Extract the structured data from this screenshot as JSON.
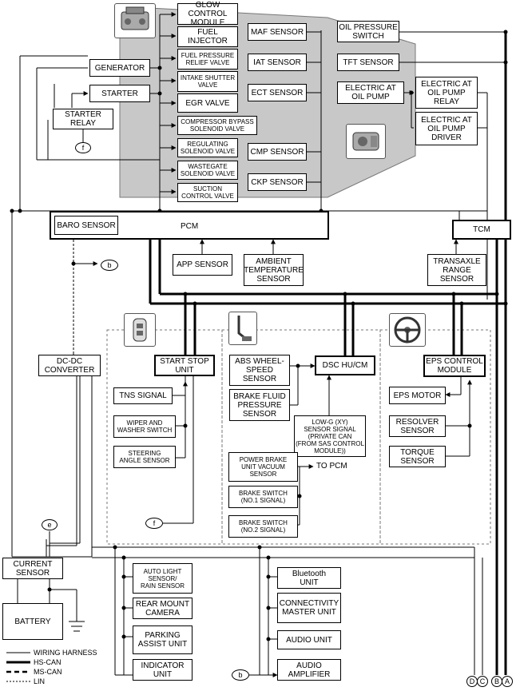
{
  "diagram": {
    "modules_top": {
      "glow_control_module": "GLOW CONTROL\nMODULE",
      "fuel_injector": "FUEL\nINJECTOR",
      "fuel_pressure_relief_valve": "FUEL PRESSURE\nRELIEF VALVE",
      "intake_shutter_valve": "INTAKE SHUTTER\nVALVE",
      "egr_valve": "EGR VALVE",
      "compressor_bypass": "COMPRESSOR BYPASS\nSOLENOID VALVE",
      "regulating_solenoid": "REGULATING\nSOLENOID VALVE",
      "wastegate_solenoid": "WASTEGATE\nSOLENOID VALVE",
      "suction_control_valve": "SUCTION\nCONTROL VALVE",
      "maf_sensor": "MAF SENSOR",
      "iat_sensor": "IAT SENSOR",
      "ect_sensor": "ECT SENSOR",
      "cmp_sensor": "CMP SENSOR",
      "ckp_sensor": "CKP SENSOR",
      "oil_pressure_switch": "OIL PRESSURE\nSWITCH",
      "tft_sensor": "TFT SENSOR",
      "electric_at_oil_pump": "ELECTRIC AT\nOIL PUMP",
      "electric_at_oil_pump_relay": "ELECTRIC AT\nOIL PUMP\nRELAY",
      "electric_at_oil_pump_driver": "ELECTRIC AT\nOIL PUMP\nDRIVER",
      "generator": "GENERATOR",
      "starter": "STARTER",
      "starter_relay": "STARTER\nRELAY"
    },
    "control": {
      "baro_sensor": "BARO SENSOR",
      "pcm": "PCM",
      "tcm": "TCM",
      "app_sensor": "APP SENSOR",
      "ambient_temperature_sensor": "AMBIENT\nTEMPERATURE\nSENSOR",
      "transaxle_range_sensor": "TRANSAXLE\nRANGE\nSENSOR"
    },
    "middle": {
      "dc_dc_converter": "DC-DC\nCONVERTER",
      "start_stop_unit": "START STOP\nUNIT",
      "tns_signal": "TNS SIGNAL",
      "wiper_washer_switch": "WIPER AND\nWASHER SWITCH",
      "steering_angle_sensor": "STEERING\nANGLE SENSOR",
      "abs_wheel_speed_sensor": "ABS WHEEL-\nSPEED\nSENSOR",
      "brake_fluid_pressure_sensor": "BRAKE FLUID\nPRESSURE\nSENSOR",
      "dsc_hu_cm": "DSC HU/CM",
      "low_g_sensor_signal": "LOW-G (XY)\nSENSOR SIGNAL\n(PRIVATE CAN\n(FROM SAS CONTROL\nMODULE))",
      "power_brake_unit_vacuum_sensor": "POWER BRAKE\nUNIT VACUUM\nSENSOR",
      "to_pcm": "TO PCM",
      "brake_switch_1": "BRAKE SWITCH\n(NO.1 SIGNAL)",
      "brake_switch_2": "BRAKE SWITCH\n(NO.2 SIGNAL)",
      "eps_control_module": "EPS CONTROL\nMODULE",
      "eps_motor": "EPS MOTOR",
      "resolver_sensor": "RESOLVER\nSENSOR",
      "torque_sensor": "TORQUE\nSENSOR"
    },
    "bottom": {
      "current_sensor": "CURRENT\nSENSOR",
      "battery": "BATTERY",
      "auto_light_sensor": "AUTO LIGHT\nSENSOR/\nRAIN SENSOR",
      "rear_mount_camera": "REAR MOUNT\nCAMERA",
      "parking_assist_unit": "PARKING\nASSIST UNIT",
      "indicator_unit": "INDICATOR\nUNIT",
      "bluetooth_unit": "Bluetooth\nUNIT",
      "connectivity_master_unit": "CONNECTIVITY\nMASTER UNIT",
      "audio_unit": "AUDIO UNIT",
      "audio_amplifier": "AUDIO\nAMPLIFIER"
    },
    "connectors": {
      "b": "b",
      "e": "e",
      "f": "f"
    },
    "bus_labels": {
      "D": "D",
      "C": "C",
      "B": "B",
      "A": "A"
    },
    "legend": {
      "wiring_harness": "WIRING HARNESS",
      "hs_can": "HS-CAN",
      "ms_can": "MS-CAN",
      "lin": "LIN"
    },
    "colors": {
      "engine_area": "#c8c8c8",
      "line": "#000000"
    },
    "icons": {
      "engine": "engine-icon",
      "transmission": "transmission-icon",
      "key": "key-fob-icon",
      "brake_pedal": "brake-pedal-icon",
      "steering_wheel": "steering-wheel-icon"
    }
  }
}
